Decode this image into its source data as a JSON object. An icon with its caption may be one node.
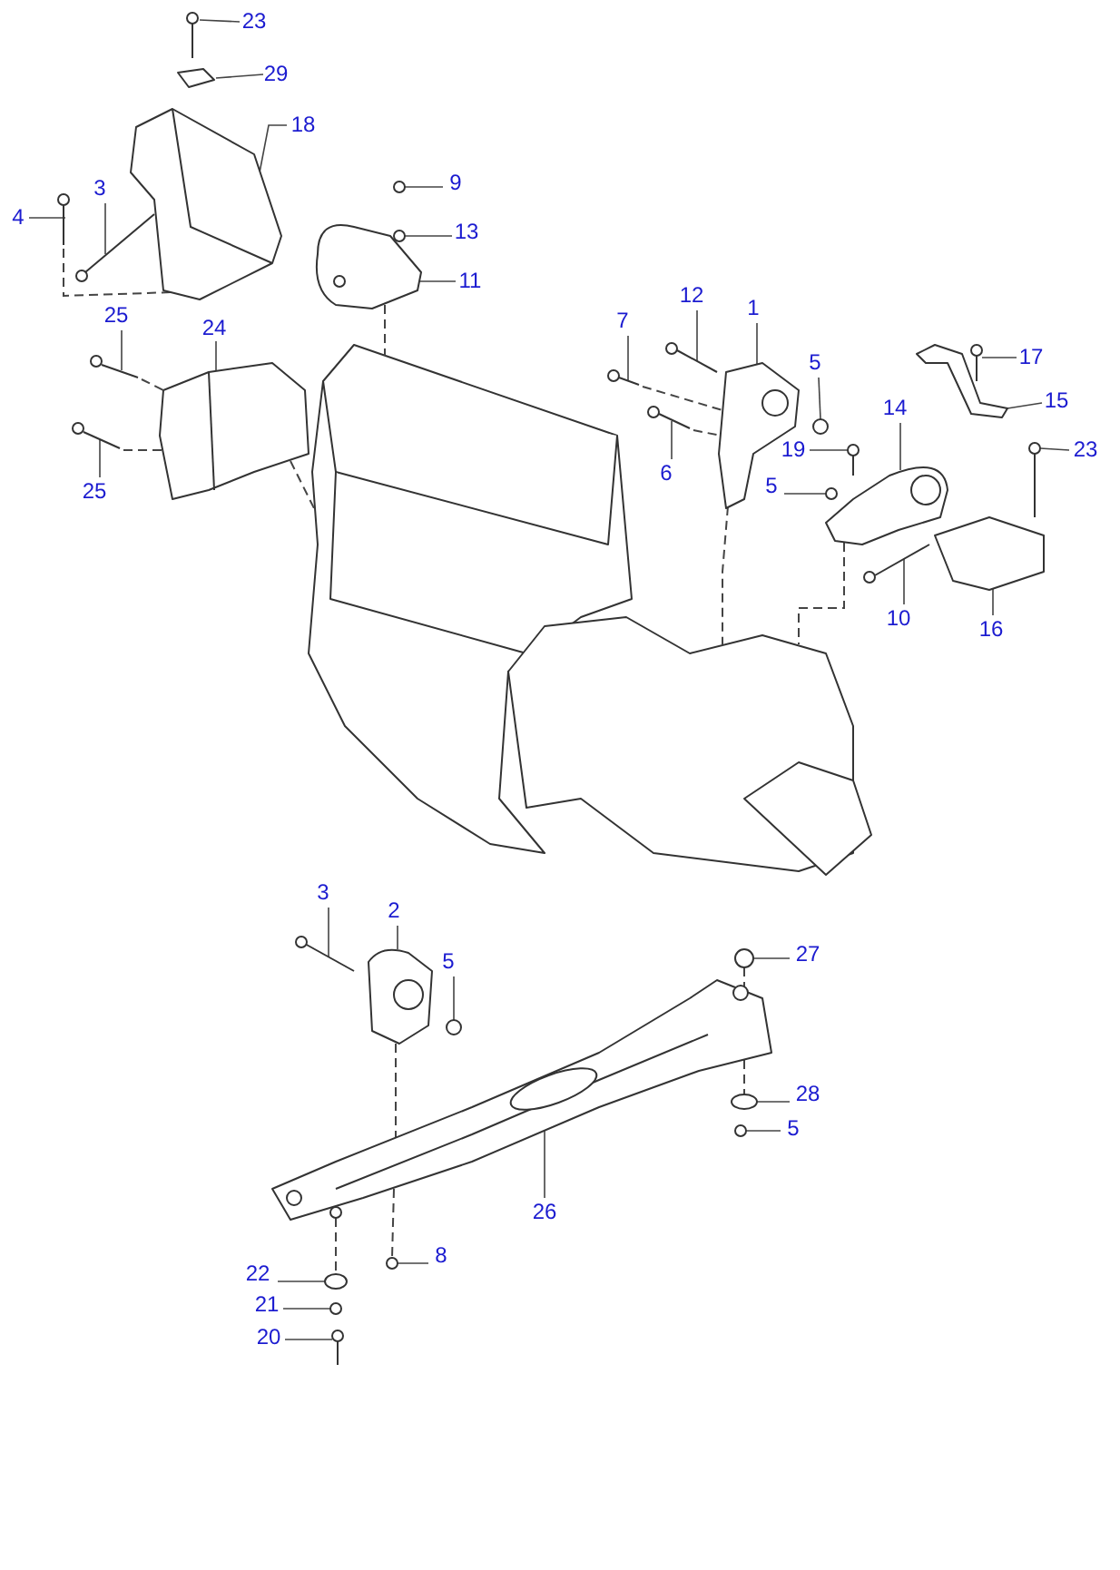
{
  "diagram": {
    "nodes": [
      {
        "text": [
          "23"
        ]
      },
      {
        "text": [
          "29"
        ]
      },
      {
        "text": [
          "18"
        ]
      },
      {
        "text": [
          "4"
        ]
      },
      {
        "text": [
          "3"
        ]
      },
      {
        "text": [
          "9"
        ]
      },
      {
        "text": [
          "13"
        ]
      },
      {
        "text": [
          "11"
        ]
      },
      {
        "text": [
          "25"
        ]
      },
      {
        "text": [
          "24"
        ]
      },
      {
        "text": [
          "25"
        ]
      },
      {
        "text": [
          "7"
        ]
      },
      {
        "text": [
          "12"
        ]
      },
      {
        "text": [
          "1"
        ]
      },
      {
        "text": [
          "5"
        ]
      },
      {
        "text": [
          "17"
        ]
      },
      {
        "text": [
          "15"
        ]
      },
      {
        "text": [
          "6"
        ]
      },
      {
        "text": [
          "19"
        ]
      },
      {
        "text": [
          "5"
        ]
      },
      {
        "text": [
          "14"
        ]
      },
      {
        "text": [
          "23"
        ]
      },
      {
        "text": [
          "10"
        ]
      },
      {
        "text": [
          "16"
        ]
      },
      {
        "text": [
          "3"
        ]
      },
      {
        "text": [
          "2"
        ]
      },
      {
        "text": [
          "5"
        ]
      },
      {
        "text": [
          "27"
        ]
      },
      {
        "text": [
          "28"
        ]
      },
      {
        "text": [
          "5"
        ]
      },
      {
        "text": [
          "26"
        ]
      },
      {
        "text": [
          "22"
        ]
      },
      {
        "text": [
          "8"
        ]
      },
      {
        "text": [
          "21"
        ]
      },
      {
        "text": [
          "20"
        ]
      },
      {
        "text": [],
        "shape": "picture"
      },
      {
        "text": [],
        "shape": "picture"
      },
      {
        "text": [],
        "shape": "picture"
      },
      {
        "text": [],
        "shape": "picture"
      },
      {
        "text": [],
        "shape": "picture"
      },
      {
        "text": [],
        "shape": "circle"
      },
      {
        "text": [],
        "shape": "circle"
      },
      {
        "text": [],
        "shape": "picture"
      },
      {
        "text": [],
        "shape": "picture"
      },
      {
        "text": [],
        "shape": "picture"
      },
      {
        "text": [],
        "shape": "picture"
      },
      {
        "text": [],
        "shape": "picture"
      },
      {
        "text": [],
        "shape": "picture"
      },
      {
        "text": [],
        "shape": "picture"
      },
      {
        "text": [],
        "shape": "circle"
      },
      {
        "text": [],
        "shape": "picture"
      },
      {
        "text": [],
        "shape": "picture"
      },
      {
        "text": [],
        "shape": "picture"
      },
      {
        "text": [],
        "shape": "picture"
      },
      {
        "text": [],
        "shape": "circle"
      },
      {
        "text": [],
        "shape": "picture"
      },
      {
        "text": [],
        "shape": "picture"
      },
      {
        "text": [],
        "shape": "picture"
      },
      {
        "text": [],
        "shape": "picture"
      },
      {
        "text": [],
        "shape": "picture"
      },
      {
        "text": [],
        "shape": "picture"
      },
      {
        "text": [],
        "shape": "circle"
      },
      {
        "text": [],
        "shape": "circle"
      },
      {
        "text": [],
        "shape": "circle"
      },
      {
        "text": [],
        "shape": "circle"
      },
      {
        "text": [],
        "shape": "picture"
      },
      {
        "text": [],
        "shape": "circle"
      },
      {
        "text": [],
        "shape": "circle"
      },
      {
        "text": [],
        "shape": "circle"
      },
      {
        "text": [],
        "shape": "picture"
      },
      {
        "text": [],
        "shape": "picture"
      }
    ],
    "edges": [
      {
        "from": 0,
        "to": 35,
        "arrow": "none"
      },
      {
        "from": 1,
        "to": 36,
        "arrow": "none"
      },
      {
        "from": 2,
        "to": 37,
        "arrow": "none"
      },
      {
        "from": 3,
        "to": 38,
        "arrow": "none"
      },
      {
        "from": 4,
        "to": 39,
        "arrow": "none"
      },
      {
        "from": 5,
        "to": 40,
        "arrow": "none"
      },
      {
        "from": 6,
        "to": 41,
        "arrow": "none"
      },
      {
        "from": 7,
        "to": 42,
        "arrow": "none"
      },
      {
        "from": 8,
        "to": 43,
        "arrow": "none"
      },
      {
        "from": 9,
        "to": 44,
        "arrow": "none"
      },
      {
        "from": 10,
        "to": 45,
        "arrow": "none"
      },
      {
        "from": 11,
        "to": 46,
        "arrow": "none"
      },
      {
        "from": 12,
        "to": 47,
        "arrow": "none"
      },
      {
        "from": 13,
        "to": 48,
        "arrow": "none"
      },
      {
        "from": 14,
        "to": 49,
        "arrow": "none"
      },
      {
        "from": 15,
        "to": 50,
        "arrow": "none"
      },
      {
        "from": 16,
        "to": 51,
        "arrow": "none"
      },
      {
        "from": 17,
        "to": 52,
        "arrow": "none"
      },
      {
        "from": 18,
        "to": 53,
        "arrow": "none"
      },
      {
        "from": 19,
        "to": 54,
        "arrow": "none"
      },
      {
        "from": 20,
        "to": 55,
        "arrow": "none"
      },
      {
        "from": 21,
        "to": 56,
        "arrow": "none"
      },
      {
        "from": 22,
        "to": 57,
        "arrow": "none"
      },
      {
        "from": 23,
        "to": 58,
        "arrow": "none"
      },
      {
        "from": 24,
        "to": 59,
        "arrow": "none"
      },
      {
        "from": 25,
        "to": 60,
        "arrow": "none"
      },
      {
        "from": 26,
        "to": 61,
        "arrow": "none"
      },
      {
        "from": 27,
        "to": 62,
        "arrow": "none"
      },
      {
        "from": 28,
        "to": 63,
        "arrow": "none"
      },
      {
        "from": 29,
        "to": 64,
        "arrow": "none"
      },
      {
        "from": 30,
        "to": 65,
        "arrow": "none"
      },
      {
        "from": 31,
        "to": 66,
        "arrow": "none"
      },
      {
        "from": 32,
        "to": 67,
        "arrow": "none"
      },
      {
        "from": 33,
        "to": 68,
        "arrow": "none"
      },
      {
        "from": 34,
        "to": 69,
        "arrow": "none"
      },
      {
        "from": 38,
        "to": 37,
        "arrow": "none",
        "style": "dashed"
      },
      {
        "from": 43,
        "to": 44,
        "arrow": "none",
        "style": "dashed"
      },
      {
        "from": 45,
        "to": 44,
        "arrow": "none",
        "style": "dashed"
      },
      {
        "from": 46,
        "to": 48,
        "arrow": "none",
        "style": "dashed"
      },
      {
        "from": 52,
        "to": 48,
        "arrow": "none",
        "style": "dashed"
      },
      {
        "from": 42,
        "to": 70,
        "arrow": "none",
        "style": "dashed"
      },
      {
        "from": 44,
        "to": 70,
        "arrow": "none",
        "style": "dashed"
      },
      {
        "from": 48,
        "to": 70,
        "arrow": "none",
        "style": "dashed"
      },
      {
        "from": 55,
        "to": 70,
        "arrow": "none",
        "style": "dashed"
      },
      {
        "from": 60,
        "to": 65,
        "arrow": "none",
        "style": "dashed"
      },
      {
        "from": 65,
        "to": 67,
        "arrow": "none",
        "style": "dashed"
      },
      {
        "from": 65,
        "to": 66,
        "arrow": "none",
        "style": "dashed"
      },
      {
        "from": 62,
        "to": 65,
        "arrow": "none",
        "style": "dashed"
      },
      {
        "from": 65,
        "to": 63,
        "arrow": "none",
        "style": "dashed"
      }
    ]
  }
}
